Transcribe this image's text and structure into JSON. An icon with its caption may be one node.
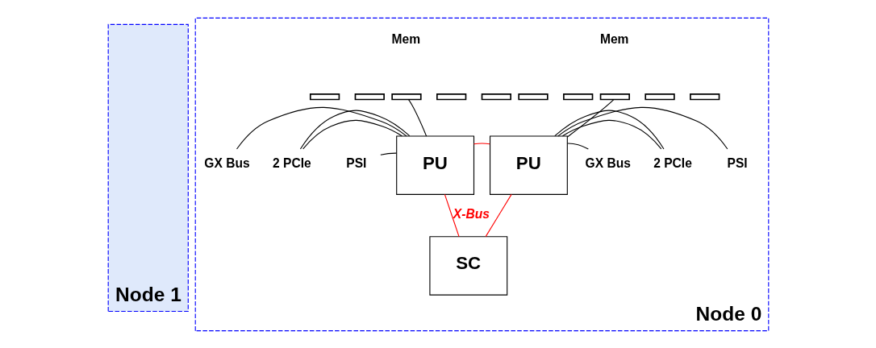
{
  "diagram": {
    "nodes": [
      {
        "text": [
          "Node 1"
        ]
      },
      {
        "text": [
          "Node 0"
        ]
      },
      {
        "text": [],
        "shape": "box",
        "in": 1
      },
      {
        "text": [],
        "shape": "box",
        "in": 1
      },
      {
        "text": [],
        "shape": "box",
        "in": 1
      },
      {
        "text": [],
        "shape": "box",
        "in": 1
      },
      {
        "text": [],
        "shape": "box",
        "in": 1
      },
      {
        "text": [],
        "shape": "box",
        "in": 1
      },
      {
        "text": [],
        "shape": "box",
        "in": 1
      },
      {
        "text": [],
        "shape": "box",
        "in": 1
      },
      {
        "text": [],
        "shape": "box",
        "in": 1
      },
      {
        "text": [],
        "shape": "box",
        "in": 1
      },
      {
        "text": [
          "GX Bus"
        ],
        "in": 1
      },
      {
        "text": [
          "2 PCIe"
        ],
        "in": 1
      },
      {
        "text": [
          "PSI"
        ],
        "in": 1
      },
      {
        "text": [
          "PU"
        ],
        "in": 1
      },
      {
        "text": [
          "PU"
        ],
        "in": 1
      },
      {
        "text": [
          "GX Bus"
        ],
        "in": 1
      },
      {
        "text": [
          "2 PCIe"
        ],
        "in": 1
      },
      {
        "text": [
          "PSI"
        ],
        "in": 1
      },
      {
        "text": [
          "SC"
        ],
        "in": 1
      }
    ],
    "edges": [
      {
        "from": 15,
        "to": 4,
        "arrow": "none"
      },
      {
        "from": 16,
        "to": 9,
        "arrow": "none"
      },
      {
        "from": 12,
        "to": 15,
        "arrow": "none"
      },
      {
        "from": 13,
        "to": 15,
        "arrow": "none"
      },
      {
        "from": 13,
        "to": 15,
        "arrow": "none"
      },
      {
        "from": 14,
        "to": 15,
        "arrow": "none"
      },
      {
        "from": 16,
        "to": 17,
        "arrow": "none"
      },
      {
        "from": 16,
        "to": 18,
        "arrow": "none"
      },
      {
        "from": 16,
        "to": 18,
        "arrow": "none"
      },
      {
        "from": 16,
        "to": 19,
        "arrow": "none"
      },
      {
        "from": 15,
        "to": 16,
        "arrow": "none",
        "color": "#ff0000"
      },
      {
        "from": 15,
        "to": 20,
        "arrow": "none",
        "label": "X-Bus",
        "color": "#ff0000"
      },
      {
        "from": 16,
        "to": 20,
        "arrow": "none",
        "color": "#ff0000"
      }
    ],
    "labels": [
      "Mem",
      "Mem"
    ]
  }
}
